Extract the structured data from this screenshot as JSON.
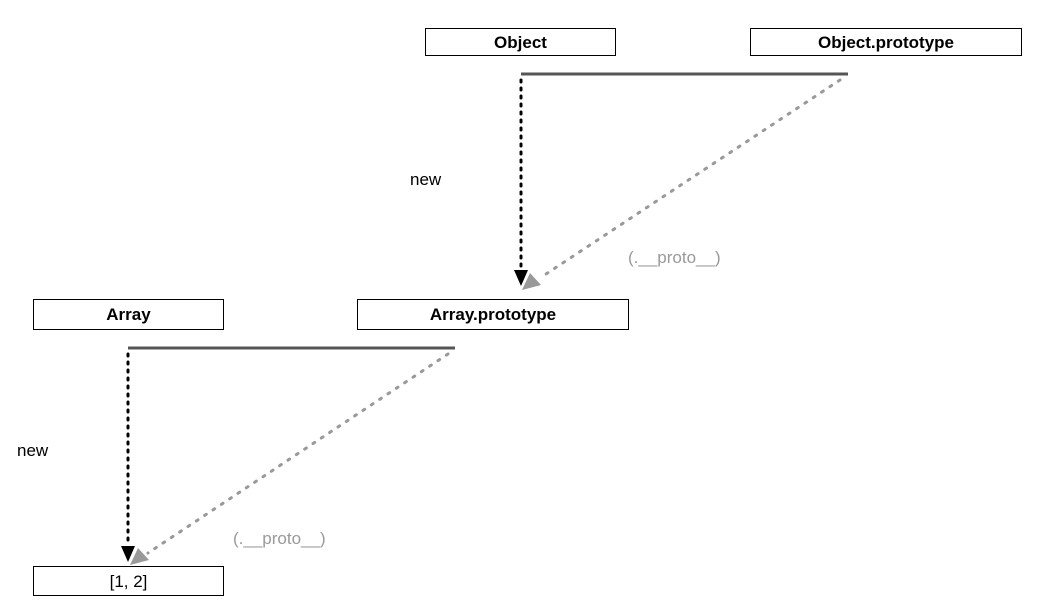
{
  "nodes": {
    "object": "Object",
    "object_prototype": "Object.prototype",
    "array": "Array",
    "array_prototype": "Array.prototype",
    "array_instance": "[1, 2]"
  },
  "relations": {
    "new_top": "new",
    "proto_top": "(.__proto__)",
    "new_bottom": "new",
    "proto_bottom": "(.__proto__)"
  },
  "colors": {
    "box_border": "#000000",
    "link_line": "#555555",
    "new_arrow": "#000000",
    "proto_arrow": "#999999"
  }
}
